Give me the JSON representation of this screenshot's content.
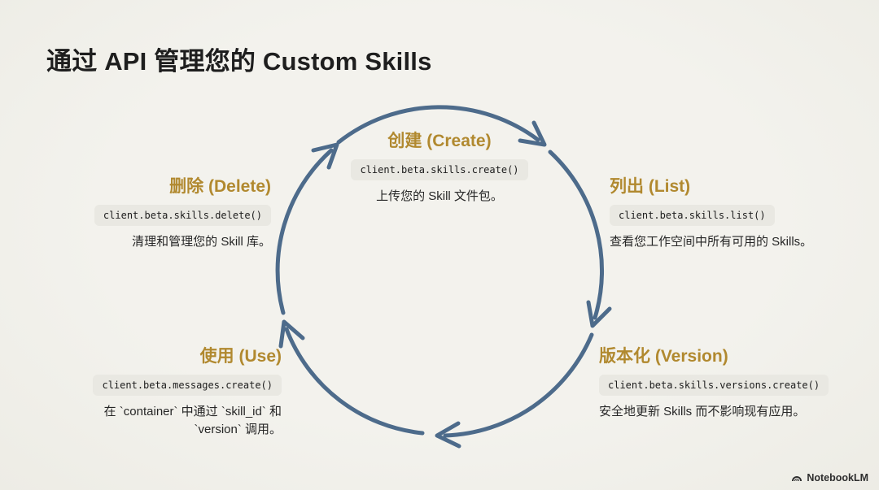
{
  "title": "通过 API 管理您的 Custom Skills",
  "stages": {
    "create": {
      "label": "创建 (Create)",
      "code": "client.beta.skills.create()",
      "description": "上传您的 Skill 文件包。"
    },
    "list": {
      "label": "列出 (List)",
      "code": "client.beta.skills.list()",
      "description": "查看您工作空间中所有可用的 Skills。"
    },
    "version": {
      "label": "版本化 (Version)",
      "code": "client.beta.skills.versions.create()",
      "description": "安全地更新 Skills 而不影响现有应用。"
    },
    "use": {
      "label": "使用 (Use)",
      "code": "client.beta.messages.create()",
      "description": "在 `container` 中通过 `skill_id` 和 `version` 调用。"
    },
    "delete": {
      "label": "删除 (Delete)",
      "code": "client.beta.skills.delete()",
      "description": "清理和管理您的 Skill 库。"
    }
  },
  "cycle_order": [
    "create",
    "list",
    "version",
    "use",
    "delete"
  ],
  "colors": {
    "background": "#f2f1ec",
    "heading_gold": "#b1892f",
    "arrow_blue": "#4d6b8b",
    "code_chip_bg": "#e9e8e2",
    "text_dark": "#1e1e1e"
  },
  "icons": {
    "footer_logo": "notebooklm-arcs-logo"
  },
  "footer": {
    "brand": "NotebookLM"
  }
}
